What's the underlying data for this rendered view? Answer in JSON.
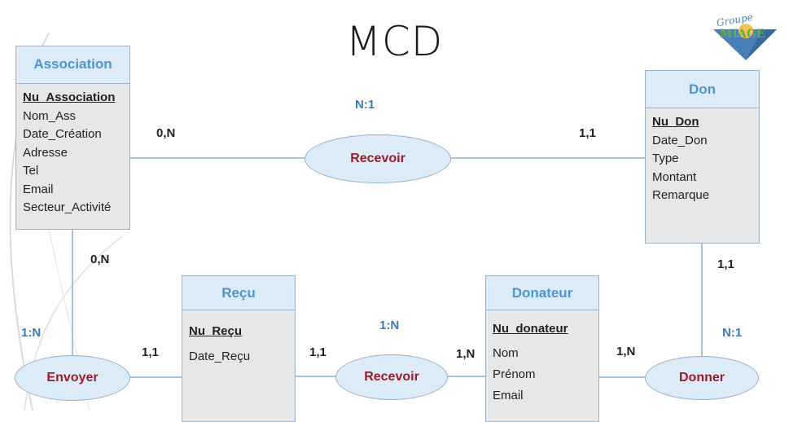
{
  "title": "MCD",
  "logo": {
    "top_text": "Groupe",
    "bottom_text": "MIAGE",
    "colors": {
      "triangle": "#4a7fb5",
      "sun": "#f2c14e",
      "text": "#6aa84f"
    }
  },
  "colors": {
    "entity_header_bg": "#ddebf7",
    "entity_header_text": "#4f94cd",
    "entity_body_bg": "#e7e7e7",
    "association_text": "#9b1b30",
    "association_bg": "#ddebf7",
    "type_text": "#3c7ab8",
    "line": "#8fb0d0"
  },
  "entities": {
    "association": {
      "name": "Association",
      "key": "Nu_Association",
      "attributes": [
        "Nom_Ass",
        "Date_Création",
        "Adresse",
        "Tel",
        "Email",
        "Secteur_Activité"
      ]
    },
    "don": {
      "name": "Don",
      "key": "Nu_Don",
      "attributes": [
        "Date_Don",
        "Type",
        "Montant",
        "Remarque"
      ]
    },
    "recu": {
      "name": "Reçu",
      "key": "Nu_Reçu",
      "attributes": [
        "Date_Reçu"
      ]
    },
    "donateur": {
      "name": "Donateur",
      "key": "Nu_donateur",
      "attributes": [
        "Nom",
        "Prénom",
        "Email"
      ]
    }
  },
  "associations": {
    "recevoir_top": {
      "name": "Recevoir",
      "type": "N:1"
    },
    "envoyer": {
      "name": "Envoyer",
      "type": "1:N"
    },
    "recevoir_bottom": {
      "name": "Recevoir",
      "type": "1:N"
    },
    "donner": {
      "name": "Donner",
      "type": "N:1"
    }
  },
  "cardinalities": {
    "association_recevoir": "0,N",
    "don_recevoir": "1,1",
    "association_envoyer": "0,N",
    "recu_envoyer": "1,1",
    "recu_recevoir": "1,1",
    "donateur_recevoir": "1,N",
    "donateur_donner": "1,N",
    "don_donner": "1,1"
  }
}
